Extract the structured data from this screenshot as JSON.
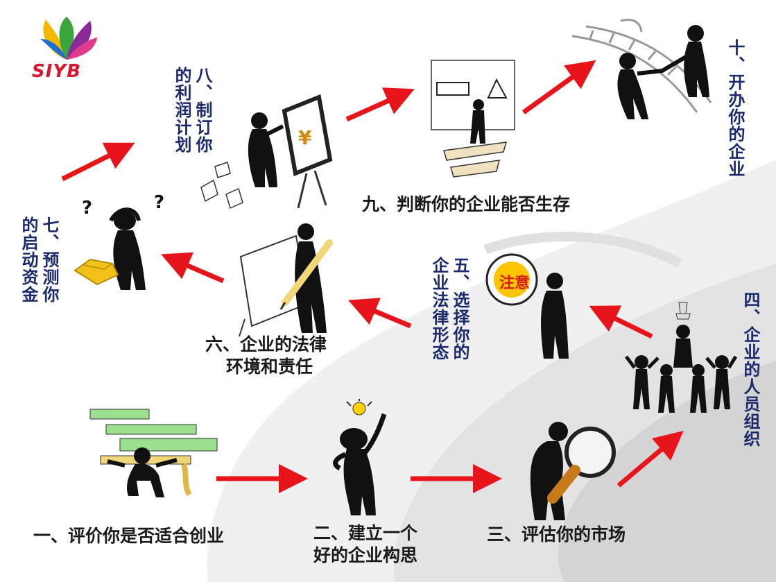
{
  "logo": {
    "text": "SIYB"
  },
  "steps": {
    "s1": "一、评价你是否适合创业",
    "s2_l1": "二、建立一个",
    "s2_l2": "好的企业构思",
    "s3": "三、评估你的市场",
    "s4": "四、企业的人员组织",
    "s5_a": "五、选择你的",
    "s5_b": "企业法律形态",
    "s6_l1": "六、企业的法律",
    "s6_l2": "环境和责任",
    "s7_a": "七、预测你",
    "s7_b": "的启动资金",
    "s8_a": "八、制订你",
    "s8_b": "的利润计划",
    "s9": "九、判断你的企业能否生存",
    "s10": "十、开办你的企业"
  },
  "decor": {
    "stamp": "注意",
    "money": "¥"
  },
  "colors": {
    "arrow": "#e8141b",
    "text": "#1a1a1a",
    "vertical_text": "#1b2a6b",
    "brand": "#d6162c",
    "swirl": "#cccccc"
  }
}
